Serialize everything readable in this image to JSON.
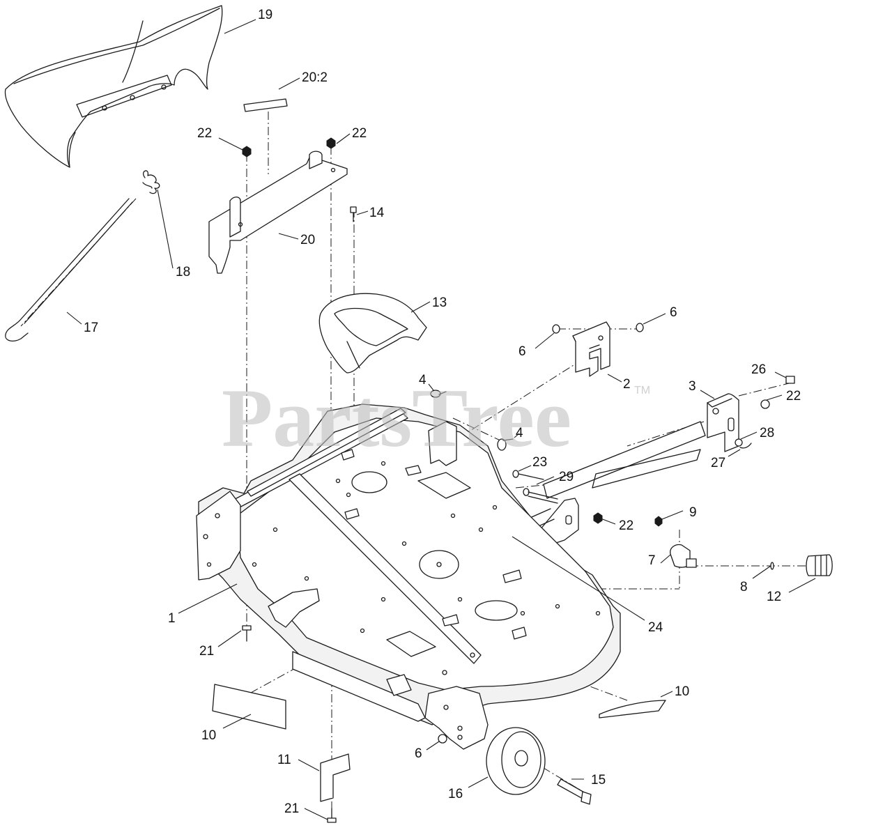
{
  "watermark": {
    "text": "PartsTree",
    "trademark": "TM"
  },
  "callouts": {
    "c1": "1",
    "c2": "2",
    "c3": "3",
    "c4a": "4",
    "c4b": "4",
    "c6a": "6",
    "c6b": "6",
    "c6c": "6",
    "c7": "7",
    "c8": "8",
    "c9": "9",
    "c10a": "10",
    "c10b": "10",
    "c11": "11",
    "c12": "12",
    "c13": "13",
    "c14": "14",
    "c15": "15",
    "c16": "16",
    "c17": "17",
    "c18": "18",
    "c19": "19",
    "c20": "20",
    "c20_2": "20:2",
    "c21a": "21",
    "c21b": "21",
    "c22a": "22",
    "c22b": "22",
    "c22c": "22",
    "c22d": "22",
    "c23": "23",
    "c24": "24",
    "c26": "26",
    "c27": "27",
    "c28": "28",
    "c29": "29"
  }
}
